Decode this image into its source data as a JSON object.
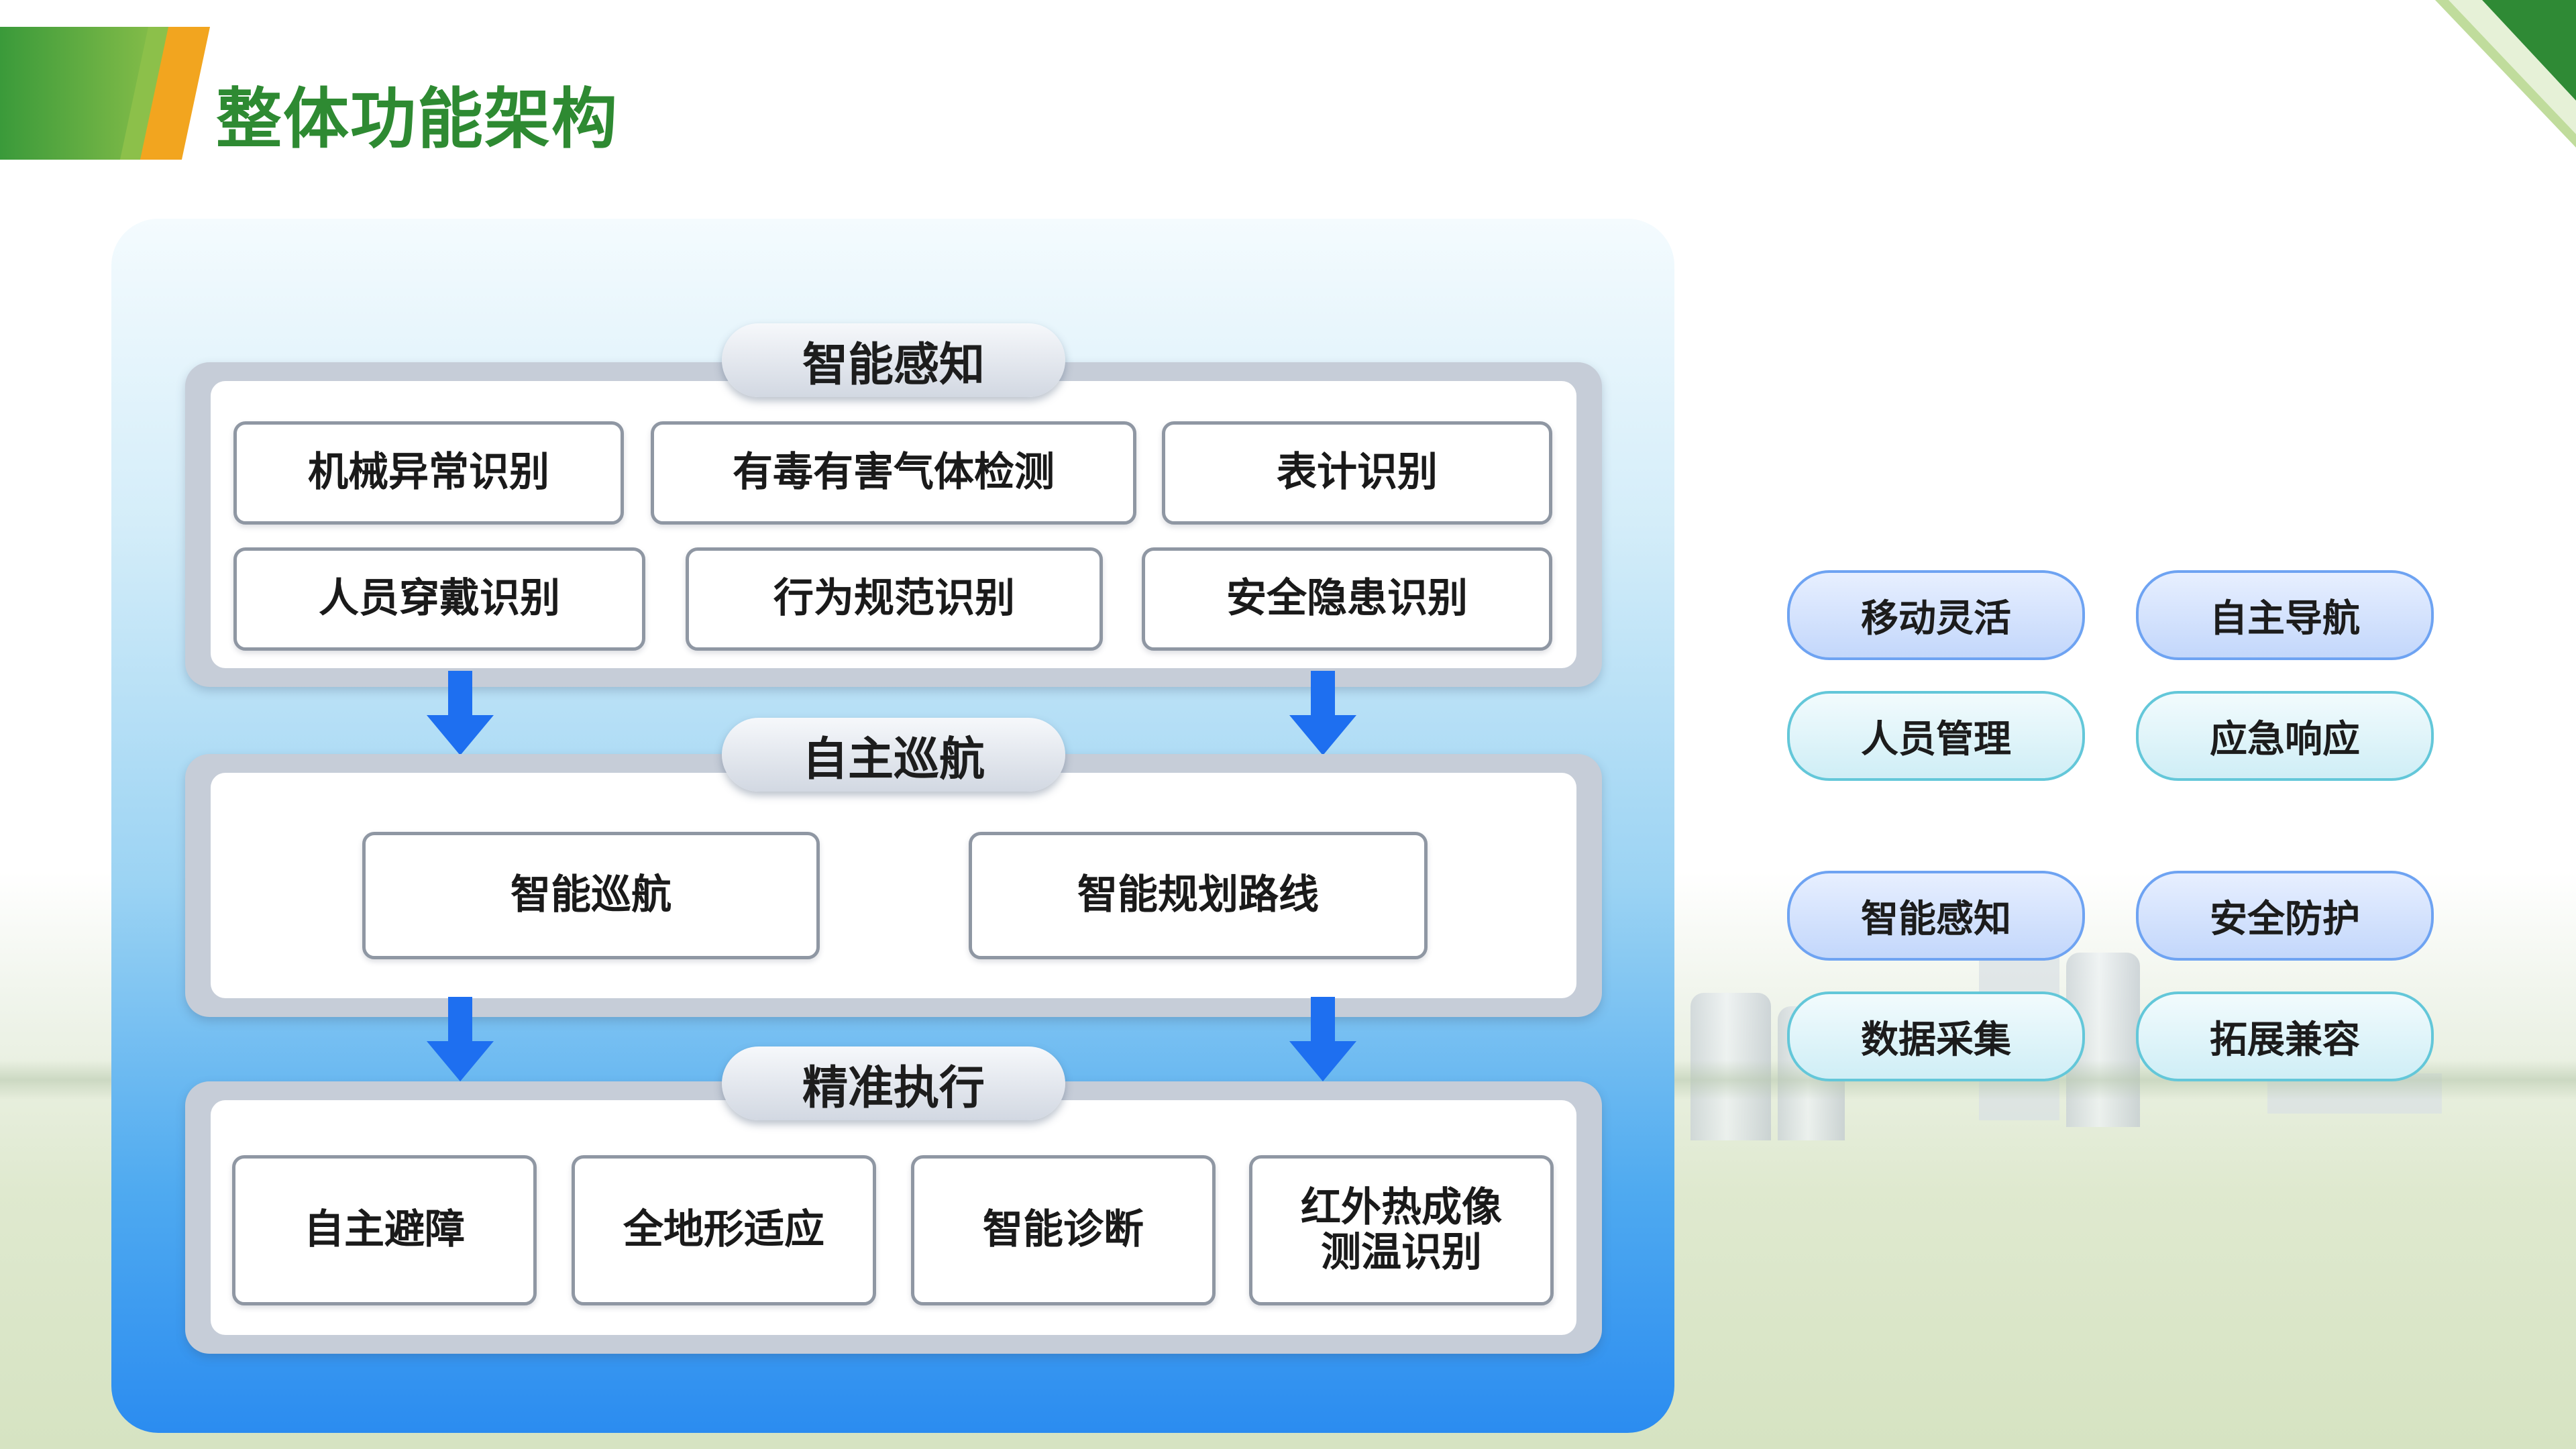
{
  "header": {
    "title": "整体功能架构"
  },
  "diagram": {
    "sections": [
      {
        "title": "智能感知",
        "items": [
          "机械异常识别",
          "有毒有害气体检测",
          "表计识别",
          "人员穿戴识别",
          "行为规范识别",
          "安全隐患识别"
        ]
      },
      {
        "title": "自主巡航",
        "items": [
          "智能巡航",
          "智能规划路线"
        ]
      },
      {
        "title": "精准执行",
        "items": [
          "自主避障",
          "全地形适应",
          "智能诊断",
          "红外热成像",
          "测温识别"
        ]
      }
    ]
  },
  "features": [
    {
      "label": "移动灵活",
      "style": "blue"
    },
    {
      "label": "自主导航",
      "style": "blue"
    },
    {
      "label": "人员管理",
      "style": "cyan"
    },
    {
      "label": "应急响应",
      "style": "cyan"
    },
    {
      "label": "智能感知",
      "style": "blue"
    },
    {
      "label": "安全防护",
      "style": "blue"
    },
    {
      "label": "数据采集",
      "style": "cyan"
    },
    {
      "label": "拓展兼容",
      "style": "cyan"
    }
  ],
  "colors": {
    "title_green": "#2e8a32",
    "accent_orange": "#f2a51f",
    "arrow_blue": "#1e6ff0",
    "feature_blue_border": "#6ea3f2",
    "feature_cyan_border": "#63c7d9"
  }
}
